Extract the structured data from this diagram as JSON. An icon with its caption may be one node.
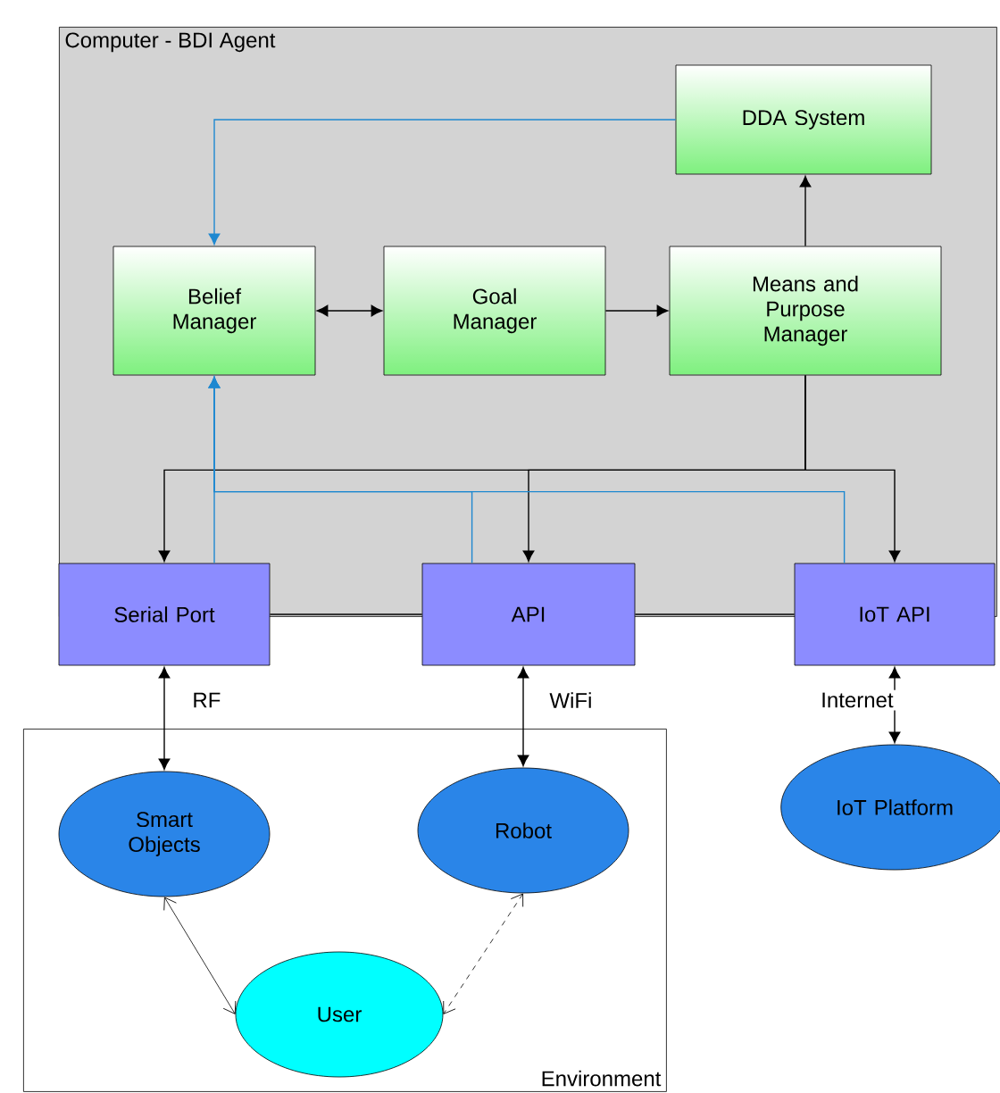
{
  "diagram": {
    "nodes": [
      {
        "text": [
          "Computer - BDI Agent"
        ]
      },
      {
        "text": [
          "DDA System"
        ],
        "in": 0
      },
      {
        "text": [
          "Belief Manager"
        ],
        "in": 0
      },
      {
        "text": [
          "Goal Manager"
        ],
        "in": 0
      },
      {
        "text": [
          "Means and Purpose Manager"
        ],
        "in": 0
      },
      {
        "text": [
          "Serial Port"
        ]
      },
      {
        "text": [
          "API"
        ]
      },
      {
        "text": [
          "IoT API"
        ]
      },
      {
        "text": [
          "Environment"
        ]
      },
      {
        "text": [
          "Smart Objects"
        ],
        "in": 8
      },
      {
        "text": [
          "Robot"
        ],
        "in": 8
      },
      {
        "text": [
          "User"
        ],
        "in": 8
      },
      {
        "text": [
          "IoT Platform"
        ]
      }
    ],
    "edges": [
      {
        "from": 1,
        "to": 2,
        "arrow": "to",
        "color": "#1e88d0"
      },
      {
        "from": 2,
        "to": 3,
        "arrow": "both"
      },
      {
        "from": 3,
        "to": 4,
        "arrow": "to"
      },
      {
        "from": 4,
        "to": 1,
        "arrow": "to"
      },
      {
        "from": 4,
        "to": 5,
        "arrow": "to"
      },
      {
        "from": 4,
        "to": 6,
        "arrow": "to"
      },
      {
        "from": 4,
        "to": 7,
        "arrow": "to"
      },
      {
        "from": 5,
        "to": 2,
        "arrow": "to",
        "color": "#1e88d0"
      },
      {
        "from": 6,
        "to": 2,
        "arrow": "to",
        "color": "#1e88d0"
      },
      {
        "from": 7,
        "to": 2,
        "arrow": "to",
        "color": "#1e88d0"
      },
      {
        "from": 5,
        "to": 6,
        "arrow": "none"
      },
      {
        "from": 6,
        "to": 7,
        "arrow": "none"
      },
      {
        "from": 5,
        "to": 9,
        "arrow": "both",
        "label": "RF"
      },
      {
        "from": 6,
        "to": 10,
        "arrow": "both",
        "label": "WiFi"
      },
      {
        "from": 7,
        "to": 12,
        "arrow": "both",
        "label": "Internet"
      },
      {
        "from": 9,
        "to": 11,
        "arrow": "both"
      },
      {
        "from": 10,
        "to": 11,
        "arrow": "both",
        "style": "dashed"
      }
    ]
  }
}
